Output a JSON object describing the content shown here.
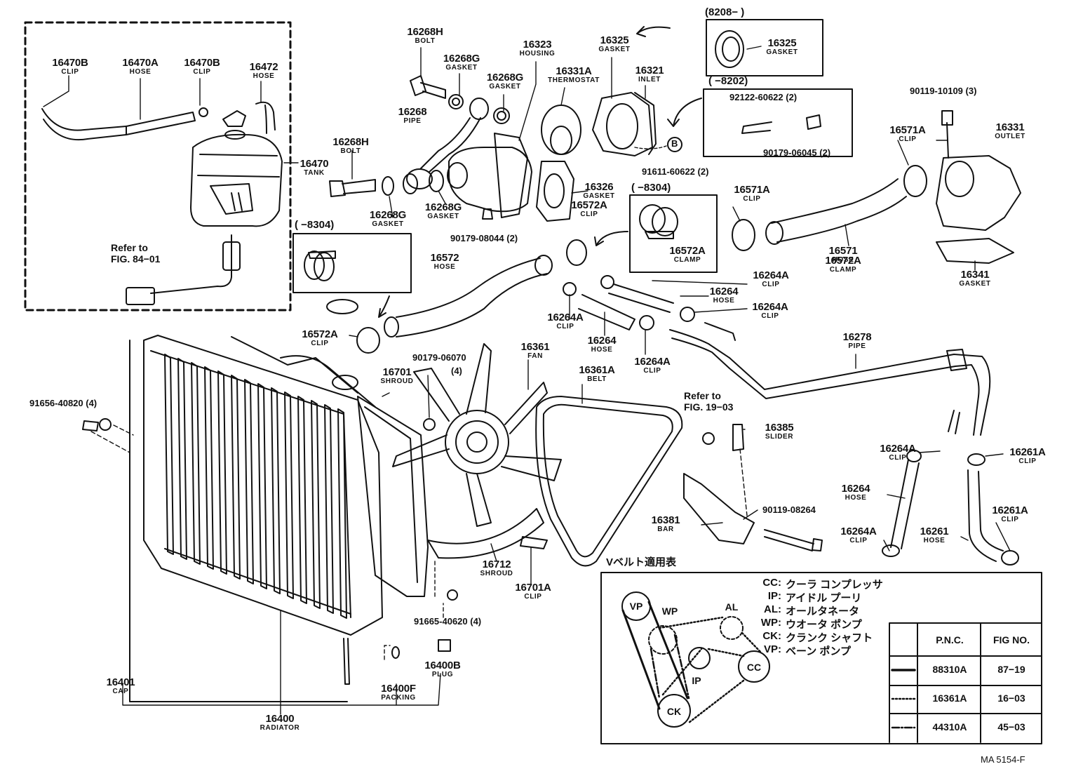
{
  "labels": [
    {
      "pn": "16470B",
      "name": "CLIP"
    },
    {
      "pn": "16470A",
      "name": "HOSE"
    },
    {
      "pn": "16470B",
      "name": "CLIP"
    },
    {
      "pn": "16472",
      "name": "HOSE"
    },
    {
      "pn": "16470",
      "name": "TANK"
    },
    {
      "pn": "16268H",
      "name": "BOLT"
    },
    {
      "pn": "16268G",
      "name": "GASKET"
    },
    {
      "pn": "16268G",
      "name": "GASKET"
    },
    {
      "pn": "16268",
      "name": "PIPE"
    },
    {
      "pn": "16323",
      "name": "HOUSING"
    },
    {
      "pn": "16331A",
      "name": "THERMOSTAT"
    },
    {
      "pn": "16325",
      "name": "GASKET"
    },
    {
      "pn": "16321",
      "name": "INLET"
    },
    {
      "pn": "16325",
      "name": "GASKET"
    },
    {
      "pn": "16268H",
      "name": "BOLT"
    },
    {
      "pn": "16268G",
      "name": "GASKET"
    },
    {
      "pn": "16268G",
      "name": "GASKET"
    },
    {
      "pn": "16326",
      "name": "GASKET"
    },
    {
      "pn": "16572A",
      "name": "CLIP"
    },
    {
      "pn": "16571A",
      "name": "CLIP"
    },
    {
      "pn": "16571A",
      "name": "CLIP"
    },
    {
      "pn": "16331",
      "name": "OUTLET"
    },
    {
      "pn": "16571",
      "name": "HOSE"
    },
    {
      "pn": "16341",
      "name": "GASKET"
    },
    {
      "pn": "16572A",
      "name": "CLAMP"
    },
    {
      "pn": "16572A",
      "name": "CLAMP"
    },
    {
      "pn": "16572",
      "name": "HOSE"
    },
    {
      "pn": "16264A",
      "name": "CLIP"
    },
    {
      "pn": "16264",
      "name": "HOSE"
    },
    {
      "pn": "16264A",
      "name": "CLIP"
    },
    {
      "pn": "16264A",
      "name": "CLIP"
    },
    {
      "pn": "16264",
      "name": "HOSE"
    },
    {
      "pn": "16264A",
      "name": "CLIP"
    },
    {
      "pn": "16278",
      "name": "PIPE"
    },
    {
      "pn": "16572A",
      "name": "CLIP"
    },
    {
      "pn": "16701",
      "name": "SHROUD"
    },
    {
      "pn": "16361",
      "name": "FAN"
    },
    {
      "pn": "16361A",
      "name": "BELT"
    },
    {
      "pn": "16385",
      "name": "SLIDER"
    },
    {
      "pn": "16264A",
      "name": "CLIP"
    },
    {
      "pn": "16261A",
      "name": "CLIP"
    },
    {
      "pn": "16264",
      "name": "HOSE"
    },
    {
      "pn": "16261A",
      "name": "CLIP"
    },
    {
      "pn": "16381",
      "name": "BAR"
    },
    {
      "pn": "16264A",
      "name": "CLIP"
    },
    {
      "pn": "16261",
      "name": "HOSE"
    },
    {
      "pn": "16712",
      "name": "SHROUD"
    },
    {
      "pn": "16701A",
      "name": "CLIP"
    },
    {
      "pn": "16401",
      "name": "CAP"
    },
    {
      "pn": "16400B",
      "name": "PLUG"
    },
    {
      "pn": "16400F",
      "name": "PACKING"
    },
    {
      "pn": "16400",
      "name": "RADIATOR"
    }
  ],
  "part_numbers": [
    "90179-08044 (2)",
    "91611-60622 (2)",
    "92122-60622 (2)",
    "90179-06045 (2)",
    "90119-10109 (3)",
    "90179-06070",
    "(4)",
    "91656-40820 (4)",
    "90119-08264",
    "91665-40620 (4)"
  ],
  "notes": {
    "refer1": "Refer to",
    "refer1b": "FIG. 84−01",
    "refer2": "Refer to",
    "refer2b": "FIG. 19−03",
    "date1": "(8208−          )",
    "date2": "(        −8202)",
    "date3": "(        −8304)",
    "date4": "(        −8304)",
    "circle_b": "B",
    "belt_title": "Vベルト適用表",
    "drawing_code": "MA 5154-F"
  },
  "legend": [
    {
      "code": "CC:",
      "text": "クーラ コンプレッサ"
    },
    {
      "code": "IP:",
      "text": "アイドル プーリ"
    },
    {
      "code": "AL:",
      "text": "オールタネータ"
    },
    {
      "code": "WP:",
      "text": "ウオータ ポンプ"
    },
    {
      "code": "CK:",
      "text": "クランク シャフト"
    },
    {
      "code": "VP:",
      "text": "ベーン ポンプ"
    }
  ],
  "pulleys": [
    "VP",
    "WP",
    "AL",
    "IP",
    "CC",
    "CK"
  ],
  "belt_table": {
    "headers": [
      "P.N.C.",
      "FIG NO."
    ],
    "rows": [
      {
        "pnc": "88310A",
        "fig": "87−19"
      },
      {
        "pnc": "16361A",
        "fig": "16−03"
      },
      {
        "pnc": "44310A",
        "fig": "45−03"
      }
    ]
  }
}
